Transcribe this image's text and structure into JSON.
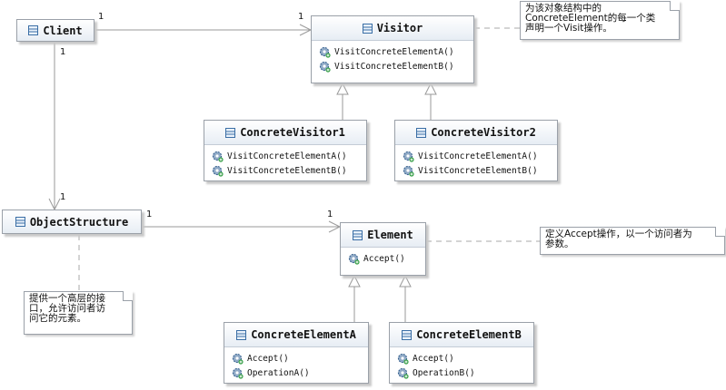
{
  "classes": {
    "client": {
      "name": "Client"
    },
    "visitor": {
      "name": "Visitor",
      "ops": [
        "VisitConcreteElementA()",
        "VisitConcreteElementB()"
      ]
    },
    "concrete_visitor1": {
      "name": "ConcreteVisitor1",
      "ops": [
        "VisitConcreteElementA()",
        "VisitConcreteElementB()"
      ]
    },
    "concrete_visitor2": {
      "name": "ConcreteVisitor2",
      "ops": [
        "VisitConcreteElementA()",
        "VisitConcreteElementB()"
      ]
    },
    "object_structure": {
      "name": "ObjectStructure"
    },
    "element": {
      "name": "Element",
      "ops": [
        "Accept()"
      ]
    },
    "concrete_element_a": {
      "name": "ConcreteElementA",
      "ops": [
        "Accept()",
        "OperationA()"
      ]
    },
    "concrete_element_b": {
      "name": "ConcreteElementB",
      "ops": [
        "Accept()",
        "OperationB()"
      ]
    }
  },
  "multiplicities": {
    "client_visitor_src": "1",
    "client_visitor_dst": "1",
    "client_os_src": "1",
    "client_os_dst": "1",
    "os_element_src": "1",
    "os_element_dst": "1"
  },
  "notes": {
    "visitor_note": "为该对象结构中的\nConcreteElement的每一个类\n声明一个Visit操作。",
    "element_note": "定义Accept操作，以一个访问者为\n参数。",
    "os_note": "提供一个高层的接\n口，允许访问者访\n问它的元素。"
  }
}
